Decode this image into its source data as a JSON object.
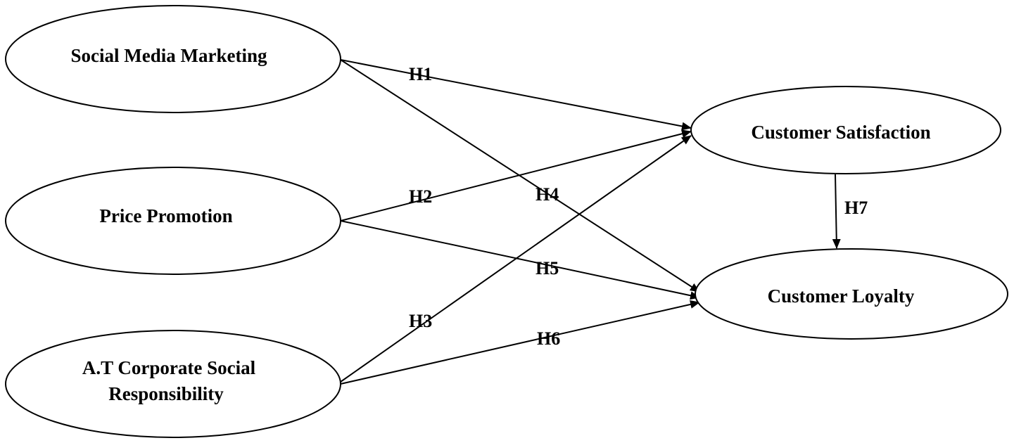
{
  "diagram": {
    "nodes": [
      {
        "id": "smm",
        "lines": [
          "Social Media Marketing"
        ]
      },
      {
        "id": "pp",
        "lines": [
          "Price Promotion"
        ]
      },
      {
        "id": "csr",
        "lines": [
          "A.T Corporate Social",
          "Responsibility"
        ]
      },
      {
        "id": "cs",
        "lines": [
          "Customer Satisfaction"
        ]
      },
      {
        "id": "cl",
        "lines": [
          "Customer Loyalty"
        ]
      }
    ],
    "edges": [
      {
        "id": "h1",
        "label": "H1",
        "from": "smm",
        "to": "cs"
      },
      {
        "id": "h2",
        "label": "H2",
        "from": "pp",
        "to": "cs"
      },
      {
        "id": "h3",
        "label": "H3",
        "from": "csr",
        "to": "cs"
      },
      {
        "id": "h4",
        "label": "H4",
        "from": "smm",
        "to": "cl"
      },
      {
        "id": "h5",
        "label": "H5",
        "from": "pp",
        "to": "cl"
      },
      {
        "id": "h6",
        "label": "H6",
        "from": "csr",
        "to": "cl"
      },
      {
        "id": "h7",
        "label": "H7",
        "from": "cs",
        "to": "cl"
      }
    ]
  }
}
